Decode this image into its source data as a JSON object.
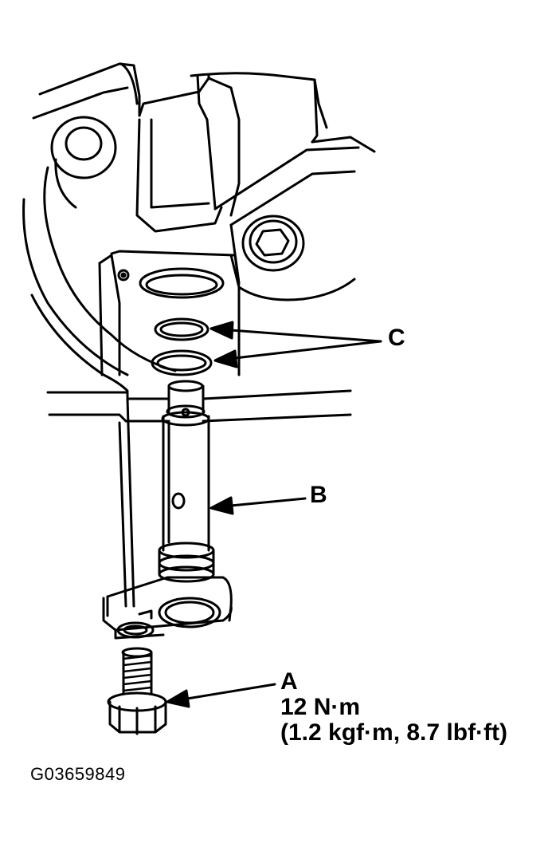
{
  "callouts": {
    "a": "A",
    "b": "B",
    "c": "C"
  },
  "torque": {
    "nm": "12 N·m",
    "alt": "(1.2 kgf·m, 8.7 lbf·ft)"
  },
  "figure_id": "G03659849"
}
